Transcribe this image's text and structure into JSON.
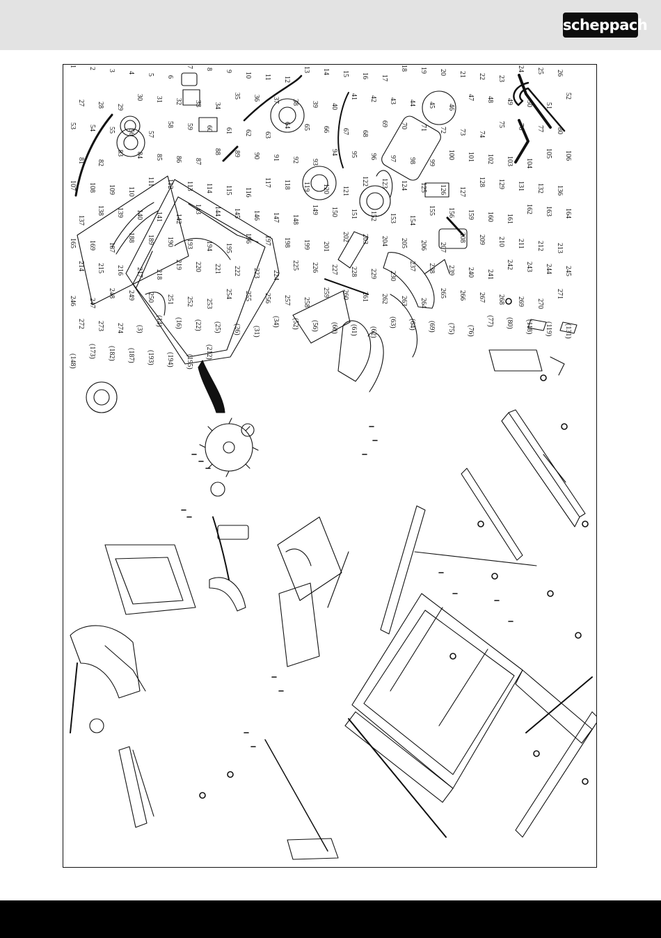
{
  "brand": {
    "logo_text": "scheppach"
  },
  "colors": {
    "header_bg": "#e3e3e3",
    "footer_bg": "#000000",
    "line": "#111111"
  },
  "diagram": {
    "part_labels": [
      "1",
      "2",
      "3",
      "4",
      "5",
      "6",
      "7",
      "8",
      "9",
      "10",
      "11",
      "12",
      "13",
      "14",
      "15",
      "16",
      "17",
      "18",
      "19",
      "20",
      "21",
      "22",
      "23",
      "24",
      "25",
      "26",
      "27",
      "28",
      "29",
      "30",
      "31",
      "32",
      "33",
      "34",
      "35",
      "36",
      "37",
      "38",
      "39",
      "40",
      "41",
      "42",
      "43",
      "44",
      "45",
      "46",
      "47",
      "48",
      "49",
      "50",
      "51",
      "52",
      "53",
      "54",
      "55",
      "56",
      "57",
      "58",
      "59",
      "60",
      "61",
      "62",
      "63",
      "64",
      "65",
      "66",
      "67",
      "68",
      "69",
      "70",
      "71",
      "72",
      "73",
      "74",
      "75",
      "76",
      "77",
      "80",
      "81",
      "82",
      "83",
      "84",
      "85",
      "86",
      "87",
      "88",
      "89",
      "90",
      "91",
      "92",
      "93",
      "94",
      "95",
      "96",
      "97",
      "98",
      "99",
      "100",
      "101",
      "102",
      "103",
      "104",
      "105",
      "106",
      "107",
      "108",
      "109",
      "110",
      "111",
      "112",
      "113",
      "114",
      "115",
      "116",
      "117",
      "118",
      "119",
      "120",
      "121",
      "122",
      "123",
      "124",
      "125",
      "126",
      "127",
      "128",
      "129",
      "131",
      "132",
      "136",
      "137",
      "138",
      "139",
      "140",
      "141",
      "142",
      "143",
      "144",
      "145",
      "146",
      "147",
      "148",
      "149",
      "150",
      "151",
      "152",
      "153",
      "154",
      "155",
      "156",
      "159",
      "160",
      "161",
      "162",
      "163",
      "164",
      "165",
      "169",
      "187",
      "188",
      "189",
      "190",
      "193",
      "194",
      "195",
      "196",
      "197",
      "198",
      "199",
      "201",
      "202",
      "203",
      "204",
      "205",
      "206",
      "207",
      "208",
      "209",
      "210",
      "211",
      "212",
      "213",
      "214",
      "215",
      "216",
      "217",
      "218",
      "219",
      "220",
      "221",
      "222",
      "223",
      "224",
      "225",
      "226",
      "227",
      "228",
      "229",
      "230",
      "237",
      "238",
      "239",
      "240",
      "241",
      "242",
      "243",
      "244",
      "245",
      "246",
      "247",
      "248",
      "249",
      "250",
      "251",
      "252",
      "253",
      "254",
      "255",
      "256",
      "257",
      "258",
      "259",
      "260",
      "261",
      "262",
      "263",
      "264",
      "265",
      "266",
      "267",
      "268",
      "269",
      "270",
      "271",
      "272",
      "273",
      "274"
    ],
    "bracket_labels": [
      "(3)",
      "(14)",
      "(16)",
      "(22)",
      "(25)",
      "(26)",
      "(31)",
      "(34)",
      "(52)",
      "(56)",
      "(60)",
      "(61)",
      "(62)",
      "(63)",
      "(64)",
      "(69)",
      "(75)",
      "(76)",
      "(77)",
      "(80)",
      "(118)",
      "(119)",
      "(131)",
      "(148)",
      "(173)",
      "(182)",
      "(187)",
      "(193)",
      "(194)",
      "(195)",
      "(212)"
    ]
  }
}
